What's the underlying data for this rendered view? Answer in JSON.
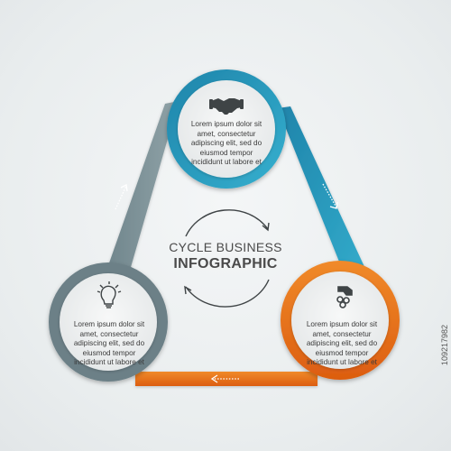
{
  "diagram": {
    "title_line1": "CYCLE BUSINESS",
    "title_line2": "INFOGRAPHIC",
    "colors": {
      "top": "#2a93b8",
      "right": "#ee6a12",
      "left": "#687f86",
      "background": "#eef1f2"
    },
    "nodes": [
      {
        "id": "top",
        "icon": "handshake-icon",
        "text_lines": [
          "Lorem ipsum dolor sit",
          "amet, consectetur",
          "adipiscing elit, sed do",
          "eiusmod tempor",
          "incididunt ut labore et"
        ]
      },
      {
        "id": "right",
        "icon": "hand-coins-icon",
        "text_lines": [
          "Lorem ipsum dolor sit",
          "amet, consectetur",
          "adipiscing elit, sed do",
          "eiusmod tempor",
          "incididunt ut labore et"
        ]
      },
      {
        "id": "left",
        "icon": "lightbulb-icon",
        "text_lines": [
          "Lorem ipsum dolor sit",
          "amet, consectetur",
          "adipiscing elit, sed do",
          "eiusmod tempor",
          "incididunt ut labore et"
        ]
      }
    ]
  },
  "watermark": "109217982"
}
